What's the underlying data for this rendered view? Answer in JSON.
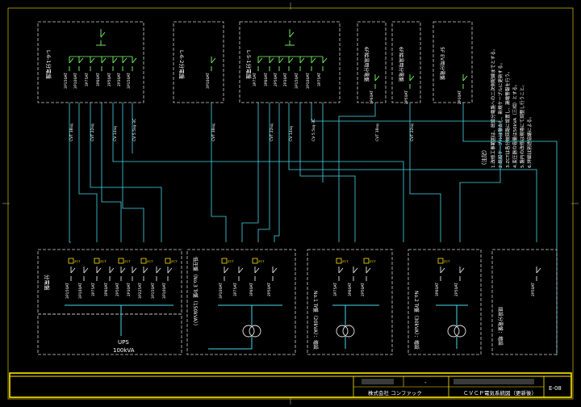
{
  "drawing": {
    "panels_top": [
      {
        "id": "l61",
        "label": "L-6-1分電盤"
      },
      {
        "id": "l62",
        "label": "L-6-2分電盤"
      },
      {
        "id": "l51",
        "label": "L-5-1分電盤"
      },
      {
        "id": "p1",
        "label": "6F給湯用分電盤"
      },
      {
        "id": "p2",
        "label": "6F給湯用分電盤"
      },
      {
        "id": "p3",
        "label": "5F EV用分電盤"
      }
    ],
    "panels_bottom": [
      {
        "id": "b1",
        "label": "分電盤"
      },
      {
        "id": "b2",
        "label": "低圧盤（No.3 Tr盤（150kVA））"
      },
      {
        "id": "b3",
        "label": "No.1 Tr盤（20kVA）：増設"
      },
      {
        "id": "b4",
        "label": "No.2 Tr盤（30kVA）：増設"
      },
      {
        "id": "b5",
        "label": "既設分電盤：増設"
      }
    ],
    "ups": {
      "line1": "UPS",
      "line2": "100kVA"
    },
    "breaker_labels": [
      "3P150AT",
      "3P100AT",
      "3P75AT",
      "3P60AT",
      "2P50AT",
      "2P30AT",
      "3P225AT",
      "ZCT"
    ],
    "cable_labels": [
      "CVT 38sq",
      "CVT 22sq",
      "CV 14sq",
      "CV 5.5sq-3C"
    ],
    "notes": {
      "heading": "（注記）",
      "lines": [
        "1.改修工事範囲は、既設分電盤への二次側配線までとする。",
        "2.既設ケーブルは撤去し、新規ケーブルに更新する。",
        "3.ZCTは各分岐回路に設置し、漏電警報を行う。",
        "4.変圧器の容量は50kVA（三相）とする。",
        "5.盤内の改修は現場にて調整し行うこと。",
        "6.詳細は別途協議による。"
      ]
    }
  },
  "title_block": {
    "company": "株式会社 コンファック",
    "drawing_title": "ＣＶＣＰ電気系統図（更新後）",
    "drawing_no": "E-08",
    "dash": "-"
  }
}
